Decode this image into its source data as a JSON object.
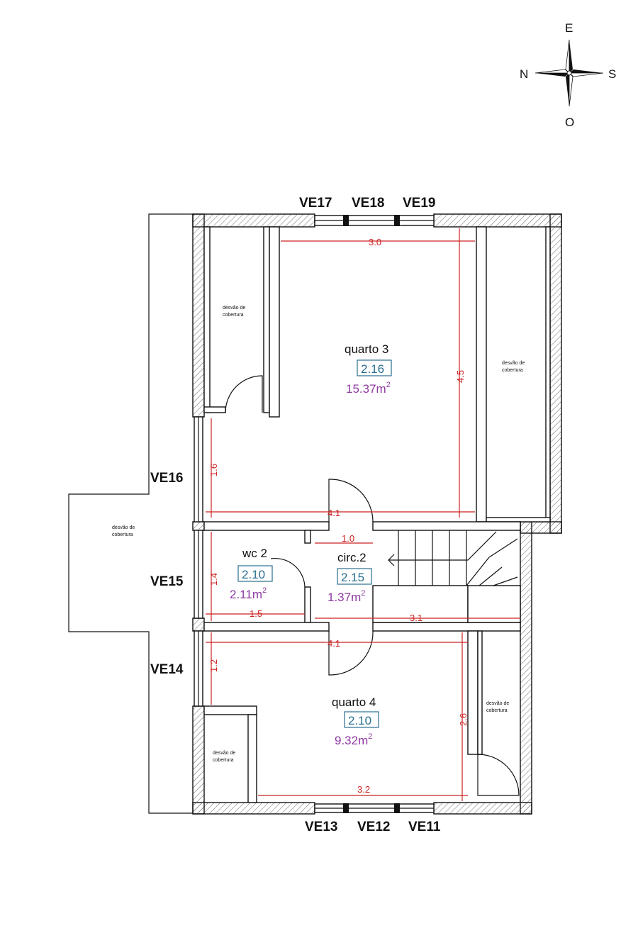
{
  "compass": {
    "north": "N",
    "south": "S",
    "east": "E",
    "west": "O"
  },
  "windows": {
    "top": [
      "VE17",
      "VE18",
      "VE19"
    ],
    "bottom": [
      "VE13",
      "VE12",
      "VE11"
    ],
    "left_1": "VE16",
    "left_2": "VE15",
    "left_3": "VE14"
  },
  "rooms": {
    "quarto3": {
      "name": "quarto 3",
      "height": "2.16",
      "area": "15.37m",
      "sup": "2"
    },
    "wc2": {
      "name": "wc 2",
      "height": "2.10",
      "area": "2.11m",
      "sup": "2"
    },
    "circ2": {
      "name": "circ.2",
      "height": "2.15",
      "area": "1.37m",
      "sup": "2"
    },
    "quarto4": {
      "name": "quarto 4",
      "height": "2.10",
      "area": "9.32m",
      "sup": "2"
    }
  },
  "attic": {
    "line1": "desvão de",
    "line2": "cobertura"
  },
  "dimensions": {
    "q3_width": "3.0",
    "q3_depth": "4.5",
    "left_upper": "1.6",
    "q3_full_width": "4.1",
    "circ_width": "1.0",
    "wc_depth": "1.4",
    "wc_width": "1.5",
    "stair_width": "3.1",
    "q4_full_width": "4.1",
    "left_lower": "1.2",
    "q4_depth": "2.6",
    "q4_width": "3.2"
  }
}
